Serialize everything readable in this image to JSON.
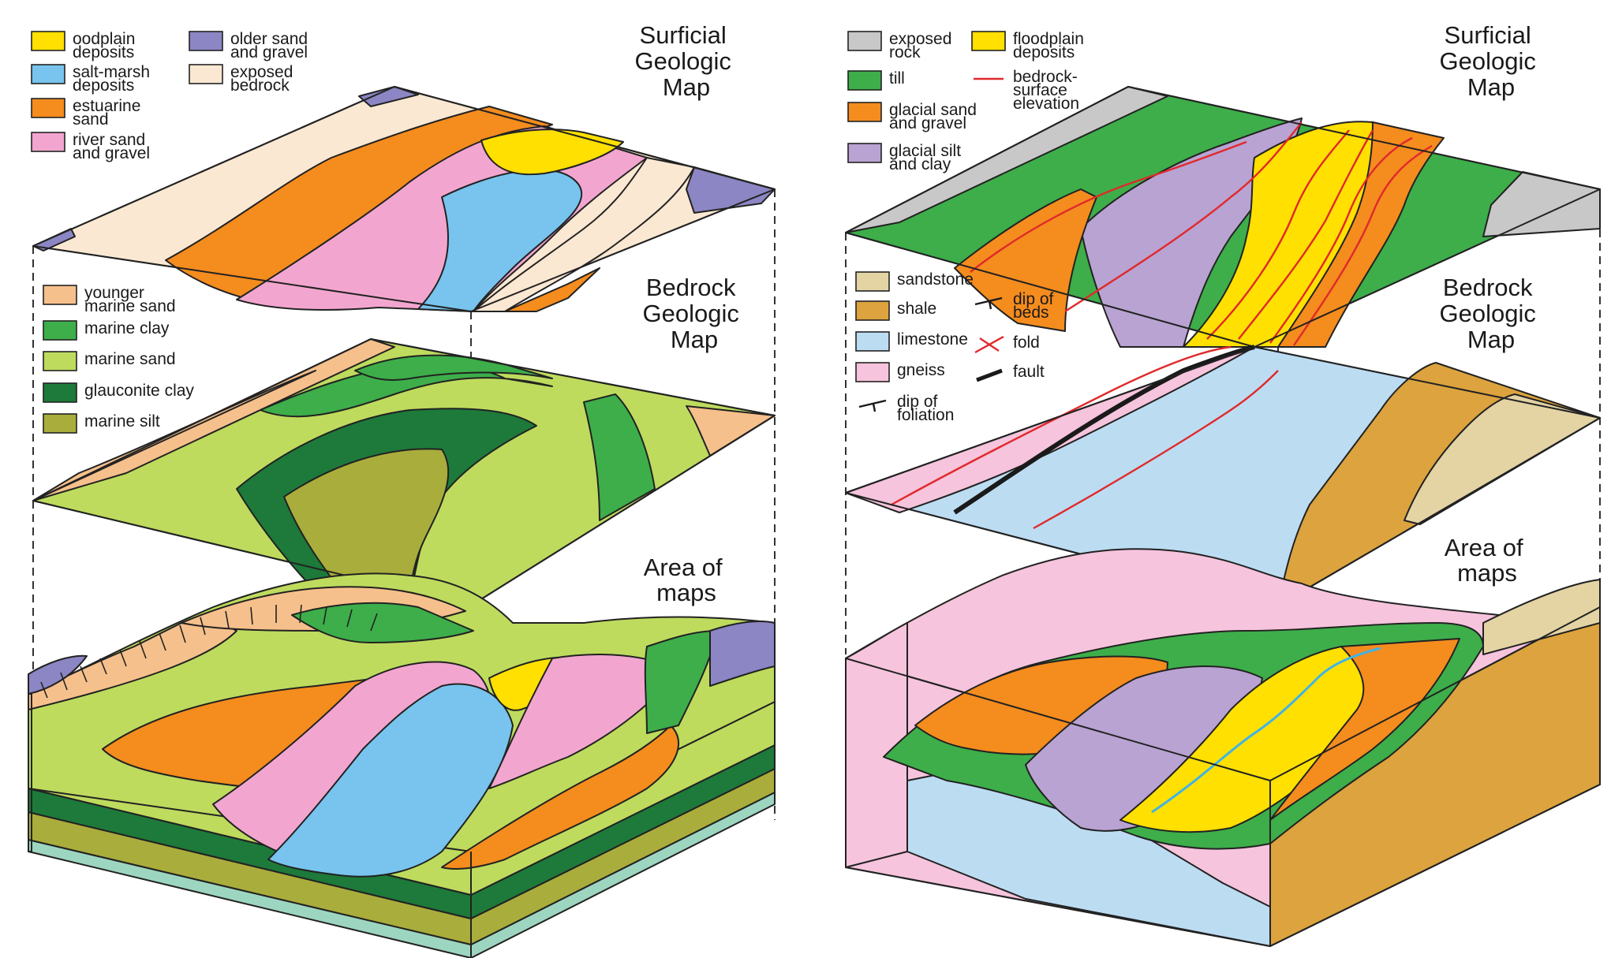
{
  "left_diagram": {
    "surficial": {
      "title": [
        "Surficial",
        "Geologic",
        "Map"
      ],
      "legend": [
        {
          "label": [
            "oodplain",
            "deposits"
          ],
          "color": "#ffe000"
        },
        {
          "label": [
            "salt-marsh",
            "deposits"
          ],
          "color": "#78c4ee"
        },
        {
          "label": [
            "estuarine",
            "sand"
          ],
          "color": "#f58c1e"
        },
        {
          "label": [
            "river sand",
            "and gravel"
          ],
          "color": "#f2a6cf"
        },
        {
          "label": [
            "older sand",
            "and gravel"
          ],
          "color": "#8c86c4"
        },
        {
          "label": [
            "exposed",
            "bedrock"
          ],
          "color": "#fbe8d2"
        }
      ]
    },
    "bedrock": {
      "title": [
        "Bedrock",
        "Geologic",
        "Map"
      ],
      "legend": [
        {
          "label": [
            "younger",
            "marine sand"
          ],
          "color": "#f6c08c"
        },
        {
          "label": [
            "marine clay"
          ],
          "color": "#3dae4a"
        },
        {
          "label": [
            "marine sand"
          ],
          "color": "#bedb5e"
        },
        {
          "label": [
            "glauconite clay"
          ],
          "color": "#1d7a3a"
        },
        {
          "label": [
            "marine silt"
          ],
          "color": "#a9ad3c"
        }
      ]
    },
    "area_title": [
      "Area of",
      "maps"
    ]
  },
  "right_diagram": {
    "surficial": {
      "title": [
        "Surficial",
        "Geologic",
        "Map"
      ],
      "legend": [
        {
          "label": [
            "exposed",
            "rock"
          ],
          "color": "#c8c8c8"
        },
        {
          "label": [
            "till"
          ],
          "color": "#3dae4a"
        },
        {
          "label": [
            "glacial sand",
            "and gravel"
          ],
          "color": "#f58c1e"
        },
        {
          "label": [
            "glacial silt",
            "and clay"
          ],
          "color": "#b9a3d2"
        },
        {
          "label": [
            "floodplain",
            "deposits"
          ],
          "color": "#ffe000"
        },
        {
          "label": [
            "bedrock-",
            "surface",
            "elevation"
          ],
          "color": "#e0292b"
        }
      ]
    },
    "bedrock": {
      "title": [
        "Bedrock",
        "Geologic",
        "Map"
      ],
      "legend": [
        {
          "label": [
            "sandstone"
          ],
          "color": "#e4d4a4"
        },
        {
          "label": [
            "shale"
          ],
          "color": "#dca33e"
        },
        {
          "label": [
            "limestone"
          ],
          "color": "#bcdcf2"
        },
        {
          "label": [
            "gneiss"
          ],
          "color": "#f6c4dc"
        },
        {
          "label": [
            "dip of",
            "foliation"
          ],
          "color": "#1a1a1a"
        },
        {
          "label": [
            "dip of",
            "beds"
          ],
          "color": "#1a1a1a"
        },
        {
          "label": [
            "fold"
          ],
          "color": "#e0292b"
        },
        {
          "label": [
            "fault"
          ],
          "color": "#1a1a1a"
        }
      ]
    },
    "area_title": [
      "Area of",
      "maps"
    ]
  }
}
